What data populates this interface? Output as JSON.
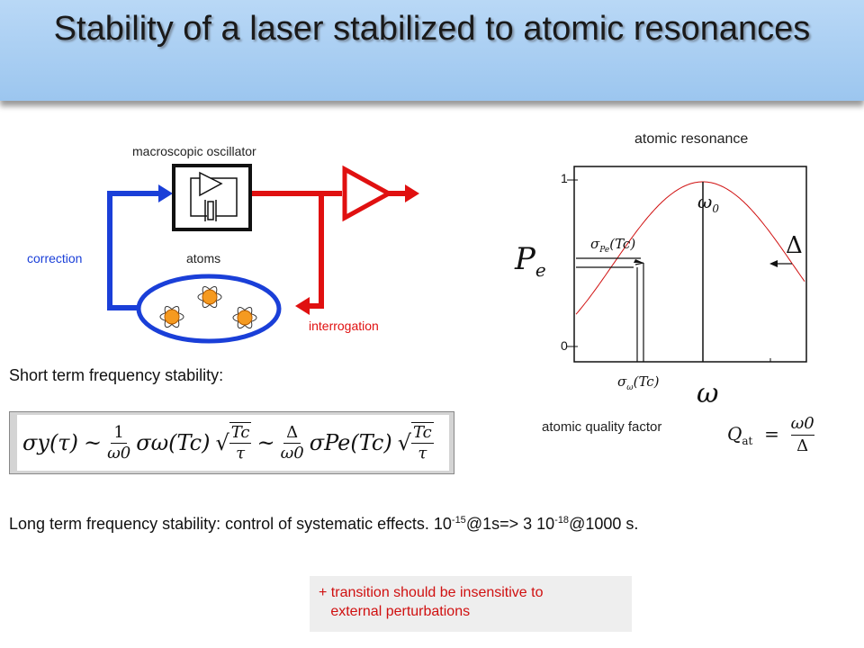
{
  "title": "Stability of a laser stabilized to atomic resonances",
  "diagram": {
    "oscillator_label": "macroscopic oscillator",
    "atoms_label": "atoms",
    "correction_label": "correction",
    "interrogation_label": "interrogation"
  },
  "graph": {
    "title": "atomic resonance",
    "y_tick_top": "1",
    "y_tick_bottom": "0",
    "y_label": "P",
    "y_label_sub": "e",
    "x_label": "ω",
    "peak_label": "ω",
    "peak_label_sub": "0",
    "width_label": "Δ",
    "sigma_pe_label": "σ",
    "sigma_pe_sub": "Pe",
    "sigma_pe_arg": "(Tc)",
    "sigma_w_label": "σ",
    "sigma_w_sub": "ω",
    "sigma_w_arg": "(Tc)"
  },
  "quality": {
    "label": "atomic quality factor",
    "formula_lhs": "Q",
    "formula_lhs_sub": "at",
    "formula_num": "ω0",
    "formula_den": "Δ"
  },
  "short_term": "Short term frequency stability:",
  "formula": {
    "lhs": "σy(τ)",
    "sim": "~",
    "frac1_num": "1",
    "frac1_den": "ω0",
    "term1": "σω(Tc)",
    "root_num": "Tc",
    "root_den": "τ",
    "frac2_num": "Δ",
    "frac2_den": "ω0",
    "term2": "σPe(Tc)"
  },
  "long_term": {
    "prefix": "Long term frequency stability: control of systematic effects. 10",
    "exp1": "-15",
    "mid": "@1s=> 3 10",
    "exp2": "-18",
    "suffix": "@1000 s."
  },
  "note": "+ transition should be insensitive to\n   external perturbations"
}
